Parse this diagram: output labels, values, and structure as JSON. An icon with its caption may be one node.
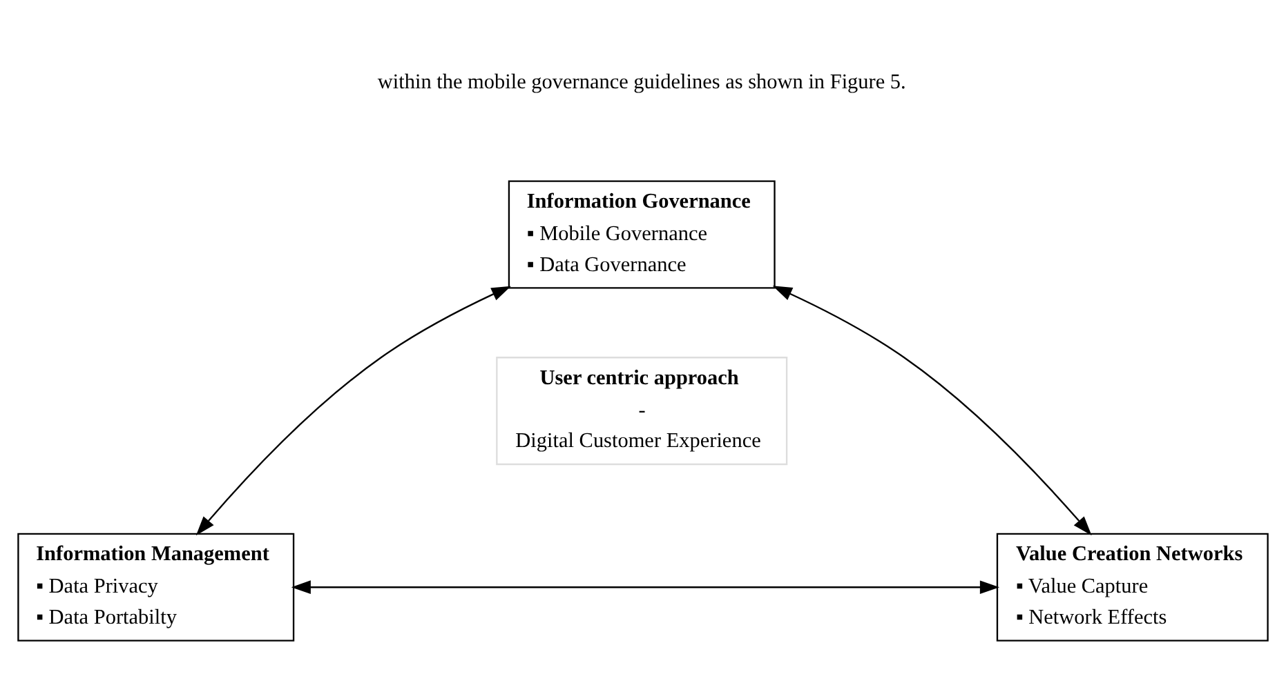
{
  "diagram": {
    "nodes": [
      {
        "text": [
          "Information Governance",
          "▪ Mobile Governance",
          "▪ Data Governance"
        ]
      },
      {
        "text": [
          "User centric approach",
          "-",
          "Digital Customer Experience"
        ]
      },
      {
        "text": [
          "Information Management",
          "▪ Data Privacy",
          "▪ Data Portabilty"
        ]
      },
      {
        "text": [
          "Value Creation Networks",
          "▪ Value Capture",
          "▪ Network Effects"
        ]
      }
    ],
    "edges": [
      {
        "from": 0,
        "to": 2,
        "arrow": "both"
      },
      {
        "from": 0,
        "to": 3,
        "arrow": "both"
      },
      {
        "from": 2,
        "to": 3,
        "arrow": "both"
      }
    ],
    "labels": [
      "within the mobile governance guidelines as shown in Figure 5."
    ]
  }
}
